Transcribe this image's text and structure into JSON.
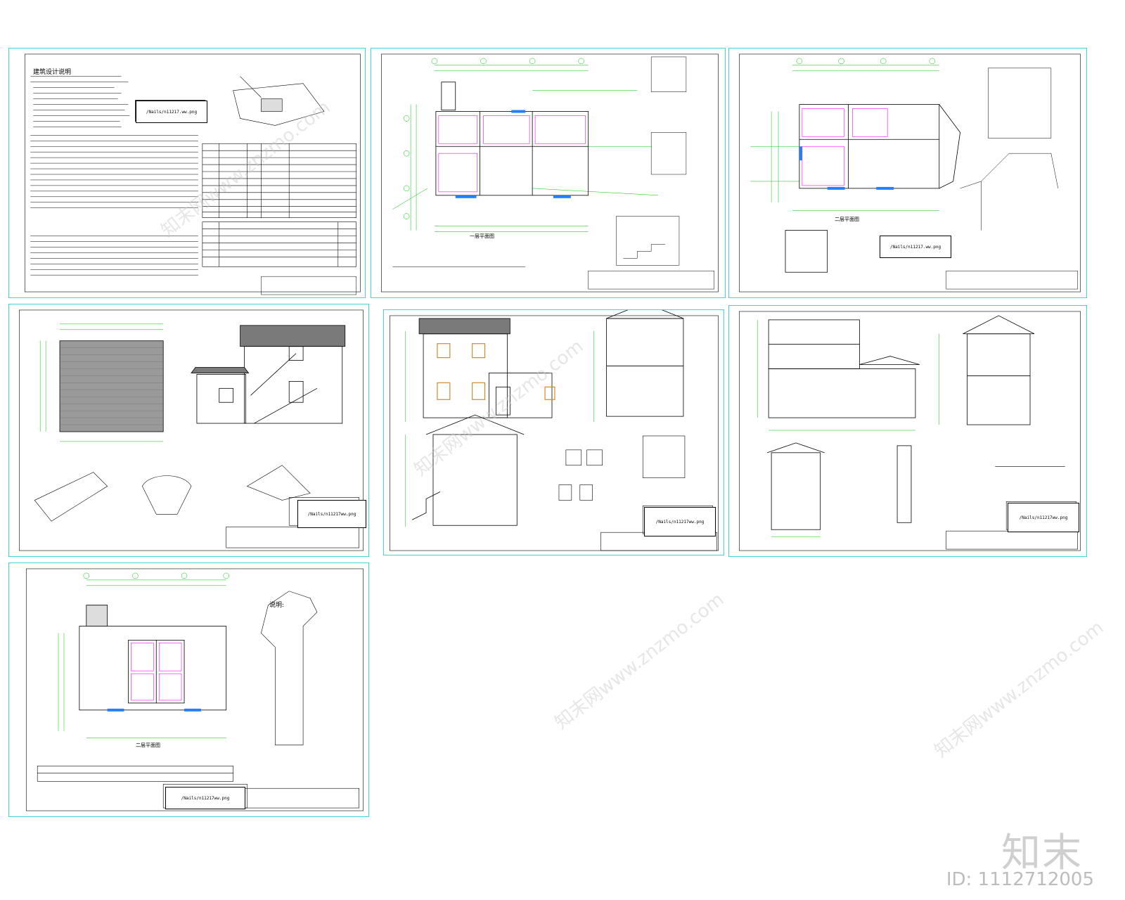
{
  "sheets": [
    {
      "id": "s1",
      "title": "建筑设计说明",
      "image_label": "/Nails/n11217.ww.png"
    },
    {
      "id": "s2",
      "image_label": "",
      "plan_label": "一层平面图"
    },
    {
      "id": "s3",
      "image_label": "/Nails/n11217.ww.png",
      "plan_label": "二层平面图"
    },
    {
      "id": "s4",
      "image_label": "/Nails/n11217ww.png"
    },
    {
      "id": "s5",
      "image_label": "/Nails/n11217ww.png"
    },
    {
      "id": "s6",
      "image_label": "/Nails/n11217ww.png"
    },
    {
      "id": "s7",
      "title": "说明:",
      "image_label": "/Nails/n11217ww.png",
      "plan_label": "二层平面图"
    }
  ],
  "watermark": {
    "brand": "知末",
    "id_text": "ID: 1112712005",
    "url": "知末网www.znzmo.com"
  },
  "colors": {
    "frame": "#3fd6d6",
    "dim": "#00c000",
    "line": "#000000",
    "accent": "#ff00ff",
    "blue": "#2080ff"
  }
}
